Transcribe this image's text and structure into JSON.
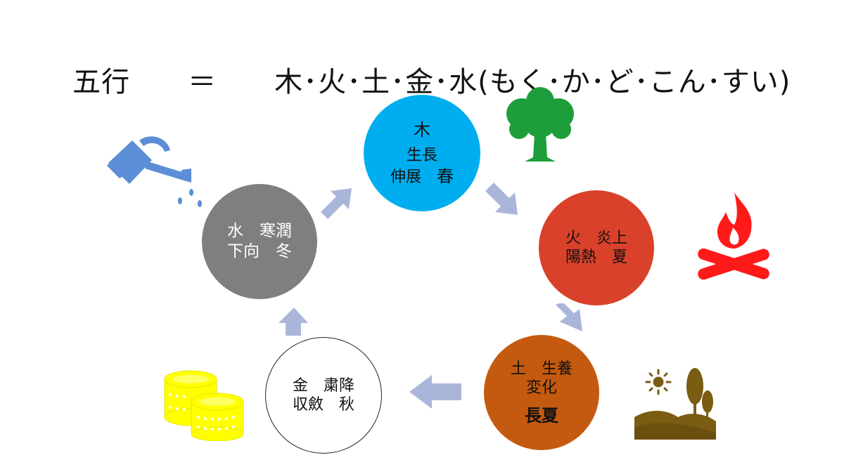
{
  "title": {
    "left": "五行",
    "equals": "＝",
    "right": "木･火･土･金･水(もく･か･ど･こん･すい)"
  },
  "nodes": {
    "wood": {
      "name": "木",
      "line1": "生長",
      "line2a": "伸展　",
      "season": "春"
    },
    "fire": {
      "line1": "火　炎上",
      "line2a": "陽熱　",
      "season": "夏"
    },
    "earth": {
      "line1": "土　生養",
      "line2": "変化",
      "season": "長夏"
    },
    "metal": {
      "line1": "金　粛降",
      "line2a": "収斂　",
      "season": "秋"
    },
    "water": {
      "line1": "水　寒潤",
      "line2a": "下向　",
      "season": "冬"
    }
  },
  "colors": {
    "wood": "#00aeef",
    "fire": "#d9412a",
    "earth": "#c45a0f",
    "metal": "#ffffff",
    "water": "#7f7f7f",
    "arrow": "#aab6d9",
    "tree_icon": "#1e9e3a",
    "fire_icon": "#ff1a1a",
    "landscape_icon": "#7a5c12",
    "coins_icon": "#ffff00",
    "watering_can_icon": "#5b8ed6"
  },
  "icons": [
    "tree-icon",
    "campfire-icon",
    "landscape-sun-icon",
    "coins-icon",
    "watering-can-icon"
  ]
}
